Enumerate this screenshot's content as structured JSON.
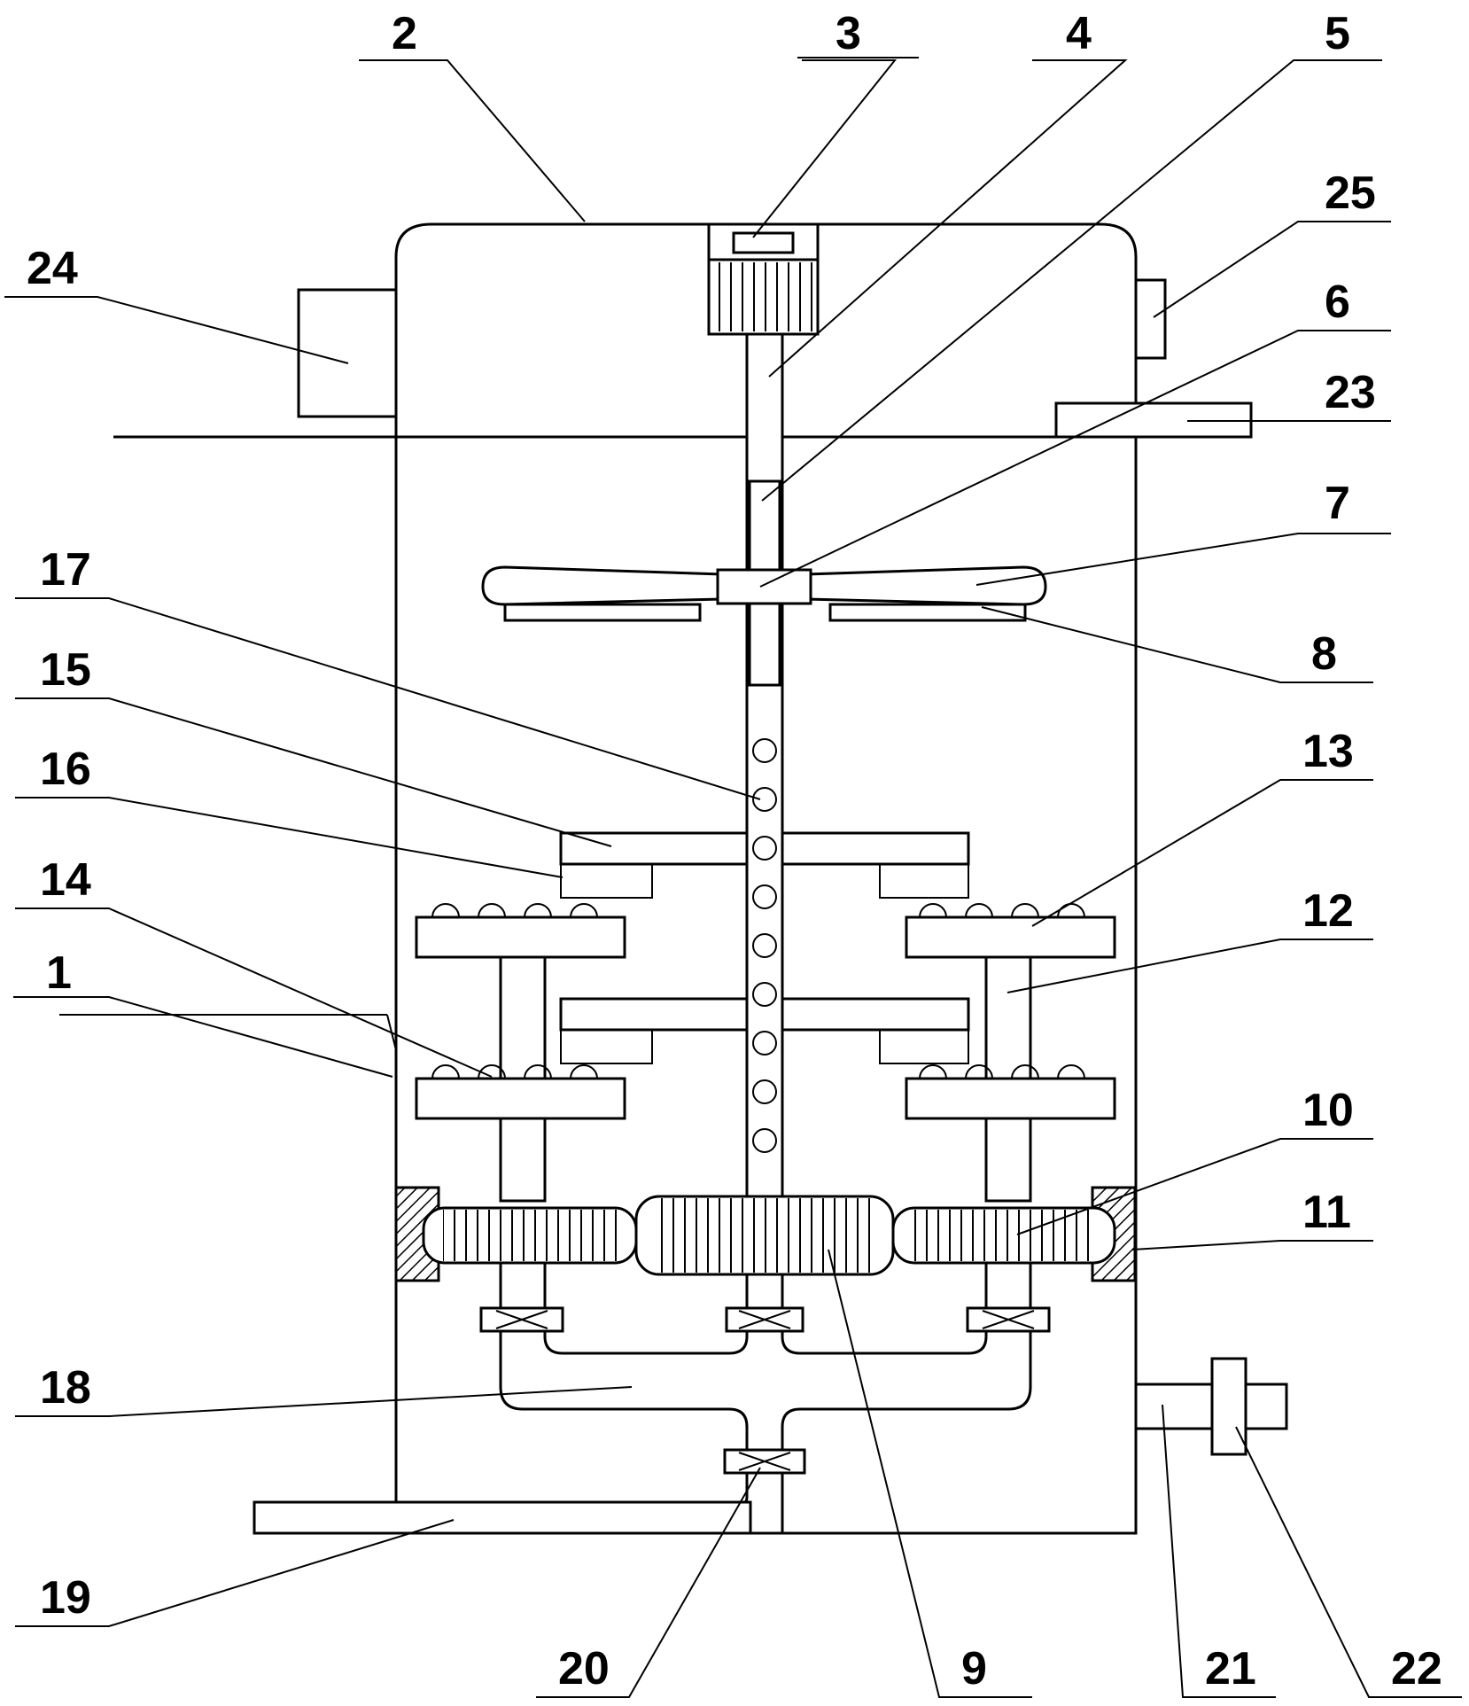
{
  "labels": [
    "1",
    "2",
    "3",
    "4",
    "5",
    "6",
    "7",
    "8",
    "9",
    "10",
    "11",
    "12",
    "13",
    "14",
    "15",
    "16",
    "17",
    "18",
    "19",
    "20",
    "21",
    "22",
    "23",
    "24",
    "25"
  ],
  "colors": {
    "stroke": "#000000",
    "background": "#ffffff"
  }
}
